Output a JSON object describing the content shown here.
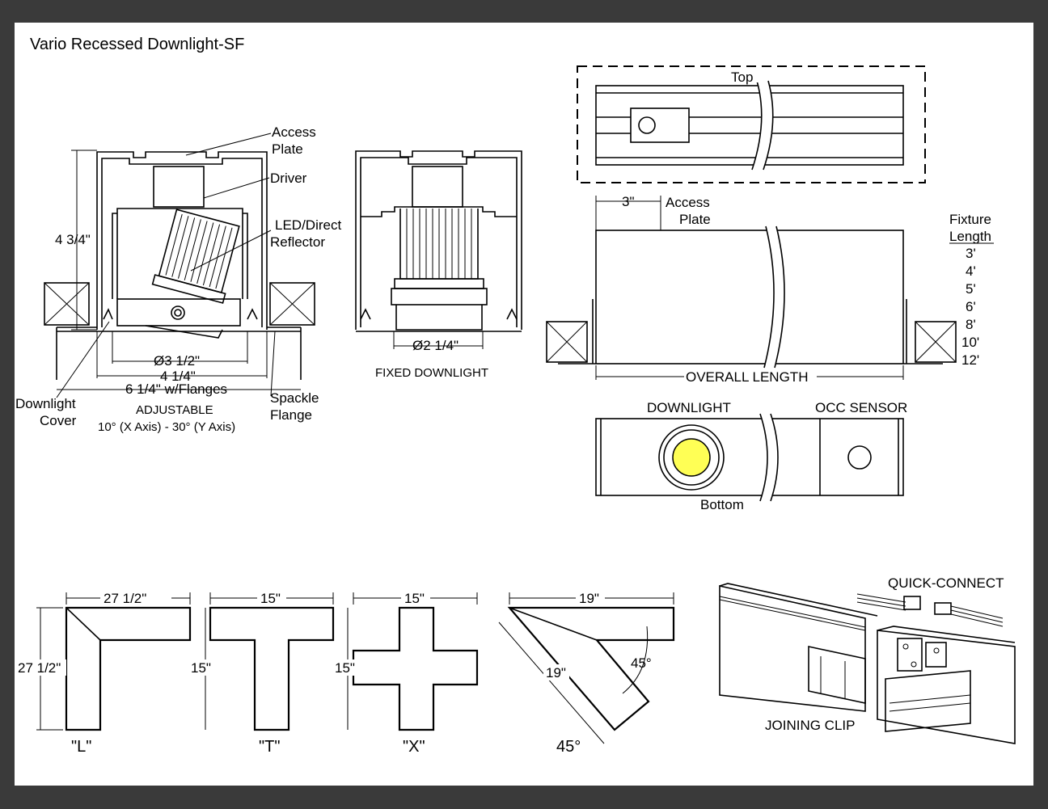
{
  "title": "Vario Recessed Downlight-SF",
  "adjustable": {
    "access_plate_line1": "Access",
    "access_plate_line2": "Plate",
    "driver": "Driver",
    "led_line1": "LED/Direct",
    "led_line2": "Reflector",
    "height": "4 3/4\"",
    "dia": "Ø3 1/2\"",
    "width": "4 1/4\"",
    "flange_width": "6 1/4\" w/Flanges",
    "cover_line1": "Downlight",
    "cover_line2": "Cover",
    "spackle_line1": "Spackle",
    "spackle_line2": "Flange",
    "caption": "ADJUSTABLE",
    "angles": "10° (X Axis)  -  30° (Y Axis)"
  },
  "fixed": {
    "dia": "Ø2 1/4\"",
    "caption": "FIXED DOWNLIGHT"
  },
  "views": {
    "top": "Top",
    "three_in": "3\"",
    "access_line1": "Access",
    "access_line2": "Plate",
    "overall_length": "OVERALL LENGTH",
    "downlight": "DOWNLIGHT",
    "occ_sensor": "OCC SENSOR",
    "bottom": "Bottom",
    "lens_color": "#ffff55"
  },
  "fixture_length": {
    "title_line1": "Fixture",
    "title_line2": "Length",
    "values": [
      "3'",
      "4'",
      "5'",
      "6'",
      "8'",
      "10'",
      "12'"
    ]
  },
  "connectors": {
    "L": {
      "top_dim": "27 1/2\"",
      "side_dim": "27 1/2\"",
      "caption": "\"L\""
    },
    "T": {
      "top_dim": "15\"",
      "side_dim": "15\"",
      "caption": "\"T\""
    },
    "X": {
      "top_dim": "15\"",
      "side_dim": "15\"",
      "caption": "\"X\""
    },
    "A45": {
      "top_dim": "19\"",
      "side_dim": "19\"",
      "angle": "45°",
      "caption": "45°"
    }
  },
  "joining": {
    "quick_connect": "QUICK-CONNECT",
    "joining_clip": "JOINING CLIP"
  }
}
